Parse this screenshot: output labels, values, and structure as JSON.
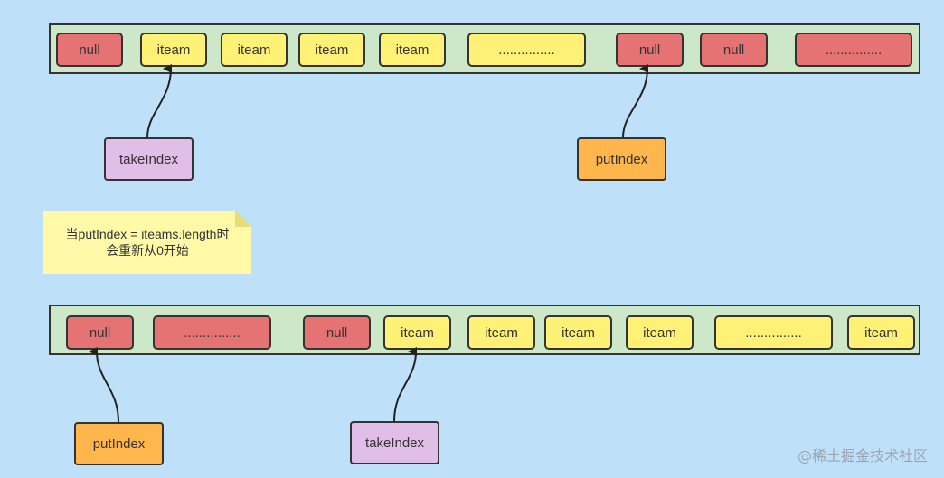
{
  "top_array": {
    "cells": [
      {
        "label": "null",
        "kind": "red"
      },
      {
        "label": "iteam",
        "kind": "yellow"
      },
      {
        "label": "iteam",
        "kind": "yellow"
      },
      {
        "label": "iteam",
        "kind": "yellow"
      },
      {
        "label": "iteam",
        "kind": "yellow"
      },
      {
        "label": "...............",
        "kind": "yellow"
      },
      {
        "label": "null",
        "kind": "red"
      },
      {
        "label": "null",
        "kind": "red"
      },
      {
        "label": "...............",
        "kind": "red"
      }
    ],
    "take_pointer": "takeIndex",
    "put_pointer": "putIndex"
  },
  "note": {
    "line1": "当putIndex = iteams.length时",
    "line2": "会重新从0开始"
  },
  "bottom_array": {
    "cells": [
      {
        "label": "null",
        "kind": "red"
      },
      {
        "label": "...............",
        "kind": "red"
      },
      {
        "label": "null",
        "kind": "red"
      },
      {
        "label": "iteam",
        "kind": "yellow"
      },
      {
        "label": "iteam",
        "kind": "yellow"
      },
      {
        "label": "iteam",
        "kind": "yellow"
      },
      {
        "label": "iteam",
        "kind": "yellow"
      },
      {
        "label": "...............",
        "kind": "yellow"
      },
      {
        "label": "iteam",
        "kind": "yellow"
      }
    ],
    "put_pointer": "putIndex",
    "take_pointer": "takeIndex"
  },
  "colors": {
    "background": "#bfe0f9",
    "array_fill": "#cde7c9",
    "null_cell": "#e57373",
    "item_cell": "#fff176",
    "take_pointer": "#e1bee7",
    "put_pointer": "#ffb74d",
    "note": "#fff9a8"
  },
  "watermark": "@稀土掘金技术社区"
}
